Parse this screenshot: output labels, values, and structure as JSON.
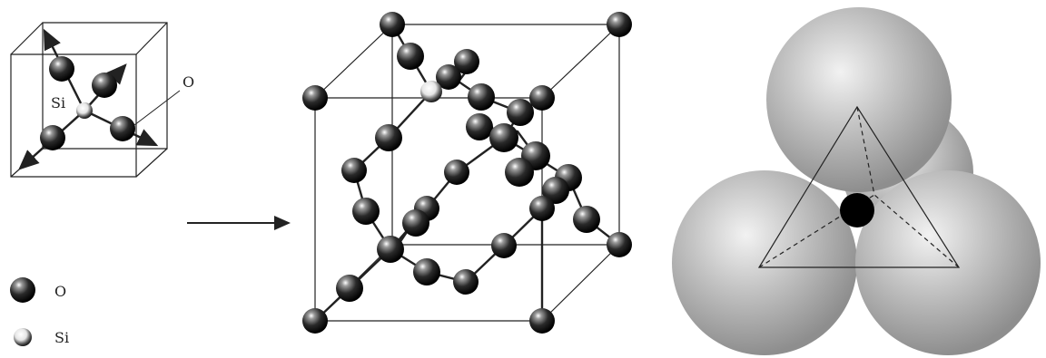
{
  "figure": {
    "unit_cell": {
      "label_si": "Si",
      "label_o": "O"
    },
    "legend": {
      "items": [
        {
          "label": "O",
          "kind": "oxygen"
        },
        {
          "label": "Si",
          "kind": "silicon"
        }
      ]
    },
    "arrow": {
      "icon": "right-arrow-icon"
    },
    "colors": {
      "line": "#222222",
      "oxygen_ball": "#1a1a1a",
      "silicon_ball": "#cfcfcf",
      "large_sphere": "#b5b5b5",
      "center_atom": "#000000"
    }
  }
}
